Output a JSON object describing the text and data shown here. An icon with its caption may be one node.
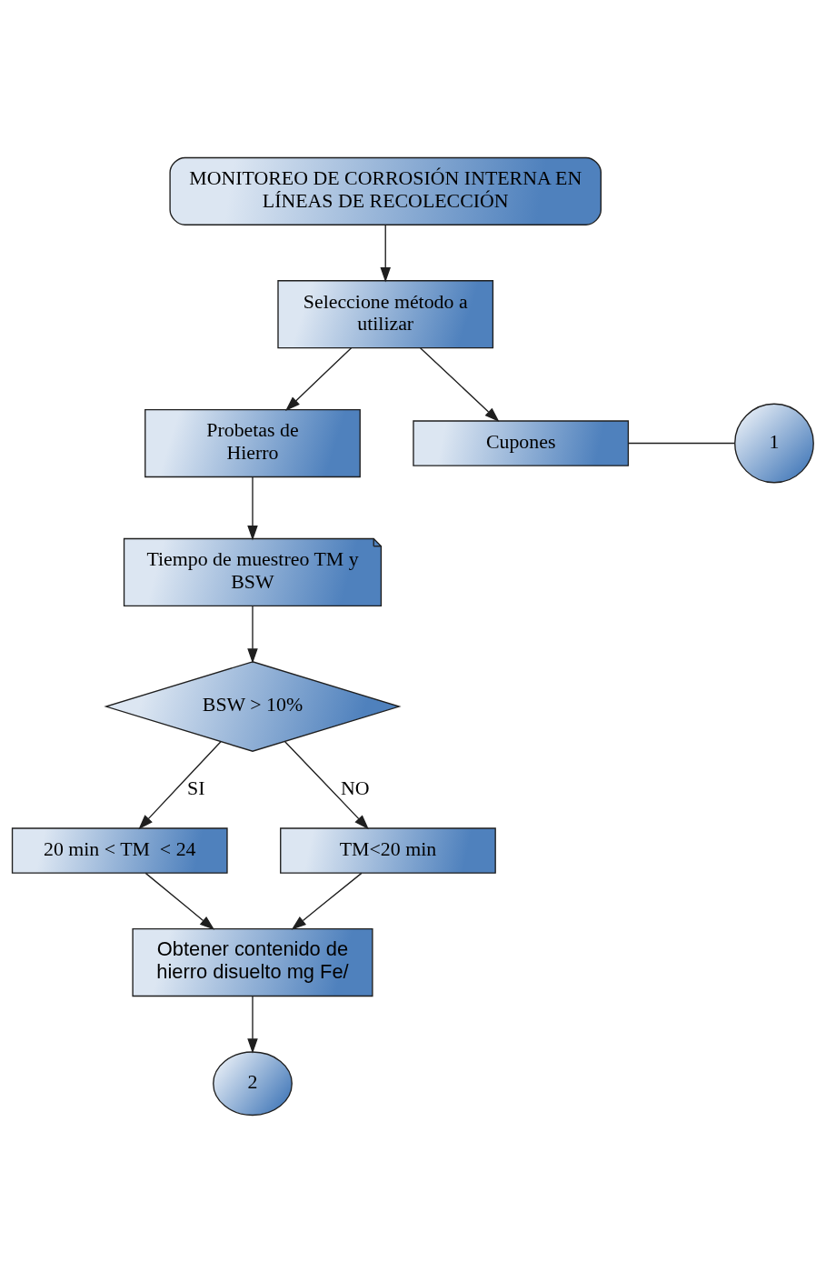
{
  "diagram": {
    "nodes": [
      {
        "text": [
          "MONITOREO DE CORROSIÓN INTERNA EN LÍNEAS DE RECOLECCIÓN"
        ]
      },
      {
        "text": [
          "Seleccione método a utilizar"
        ]
      },
      {
        "text": [
          "Probetas de Hierro"
        ]
      },
      {
        "text": [
          "Cupones"
        ]
      },
      {
        "text": [
          "1"
        ]
      },
      {
        "text": [
          "Tiempo de muestreo TM y BSW"
        ]
      },
      {
        "text": [
          "BSW > 10%"
        ]
      },
      {
        "text": [
          "20 min < TM  < 24"
        ]
      },
      {
        "text": [
          "TM<20 min"
        ]
      },
      {
        "text": [
          "Obtener contenido de hierro disuelto mg Fe/"
        ]
      },
      {
        "text": [
          "2"
        ]
      }
    ],
    "edges": [
      {
        "from": 0,
        "to": 1,
        "arrow": "to"
      },
      {
        "from": 1,
        "to": 2,
        "arrow": "to"
      },
      {
        "from": 1,
        "to": 3,
        "arrow": "to"
      },
      {
        "from": 3,
        "to": 4,
        "arrow": "none"
      },
      {
        "from": 2,
        "to": 5,
        "arrow": "to"
      },
      {
        "from": 5,
        "to": 6,
        "arrow": "to"
      },
      {
        "from": 6,
        "to": 7,
        "arrow": "to",
        "label": "SI"
      },
      {
        "from": 6,
        "to": 8,
        "arrow": "to",
        "label": "NO"
      },
      {
        "from": 7,
        "to": 9,
        "arrow": "to"
      },
      {
        "from": 8,
        "to": 9,
        "arrow": "to"
      },
      {
        "from": 9,
        "to": 10,
        "arrow": "to"
      }
    ]
  }
}
